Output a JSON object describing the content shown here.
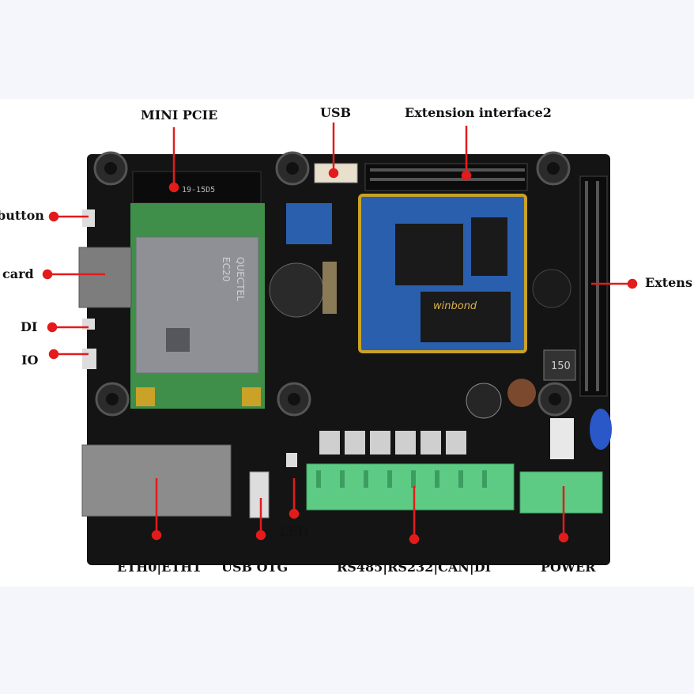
{
  "labels": {
    "mini_pcie": "MINI PCIE",
    "usb": "USB",
    "extension2": "Extension interface2",
    "button": "button",
    "card": "card",
    "di": "DI",
    "io": "IO",
    "extension_right": "Extens",
    "led": "LED",
    "eth": "ETH0|ETH1",
    "usb_otg": "USB OTG",
    "serial": "RS485|RS232|CAN|DI",
    "power": "POWER"
  },
  "chip_marks": {
    "modem_brand": "QUECTEL",
    "modem_model": "EC20",
    "flash_brand": "winbond",
    "inductor": "150",
    "pcie_part": "19-15D5"
  },
  "colors": {
    "pcb": "#141414",
    "callout": "#e31b1b",
    "terminal": "#5ecb84",
    "core_board": "#2a5fae",
    "gold": "#c9a227"
  }
}
